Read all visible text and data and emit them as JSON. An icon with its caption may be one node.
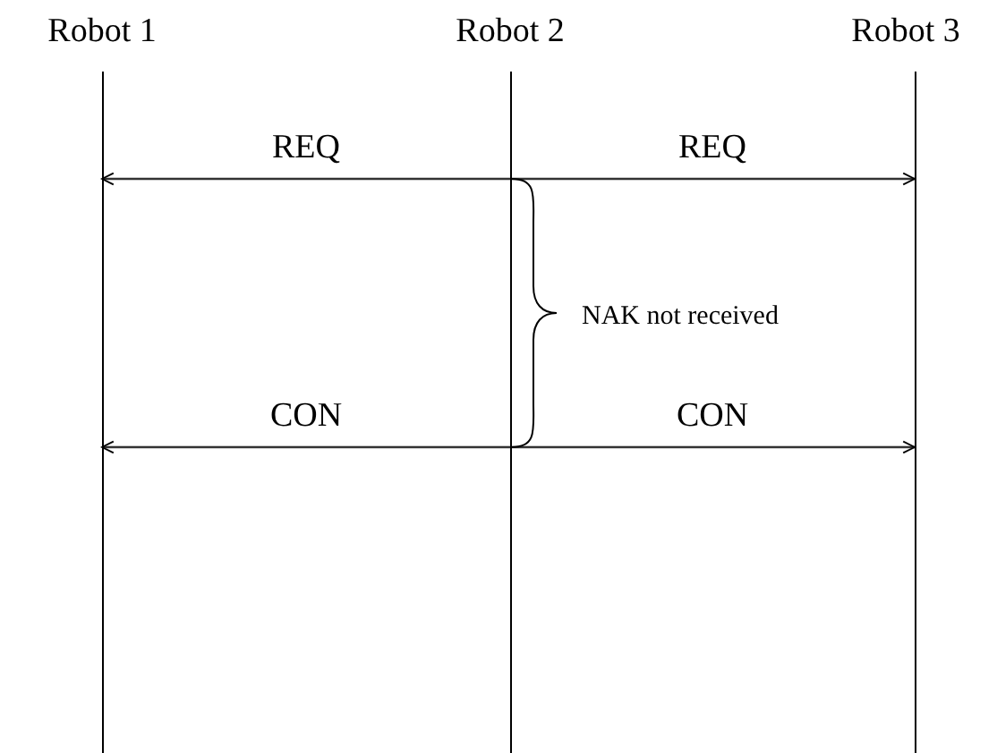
{
  "diagram": {
    "nodes": [
      {
        "text": [
          "Robot 1"
        ]
      },
      {
        "text": [
          "Robot 2"
        ]
      },
      {
        "text": [
          "Robot 3"
        ]
      }
    ],
    "edges": [
      {
        "from": 1,
        "to": 0,
        "arrow": "to",
        "label": "REQ"
      },
      {
        "from": 1,
        "to": 2,
        "arrow": "to",
        "label": "REQ"
      },
      {
        "from": 1,
        "to": 0,
        "arrow": "to",
        "label": "CON"
      },
      {
        "from": 1,
        "to": 2,
        "arrow": "to",
        "label": "CON"
      }
    ],
    "labels": [
      "NAK not received"
    ]
  }
}
